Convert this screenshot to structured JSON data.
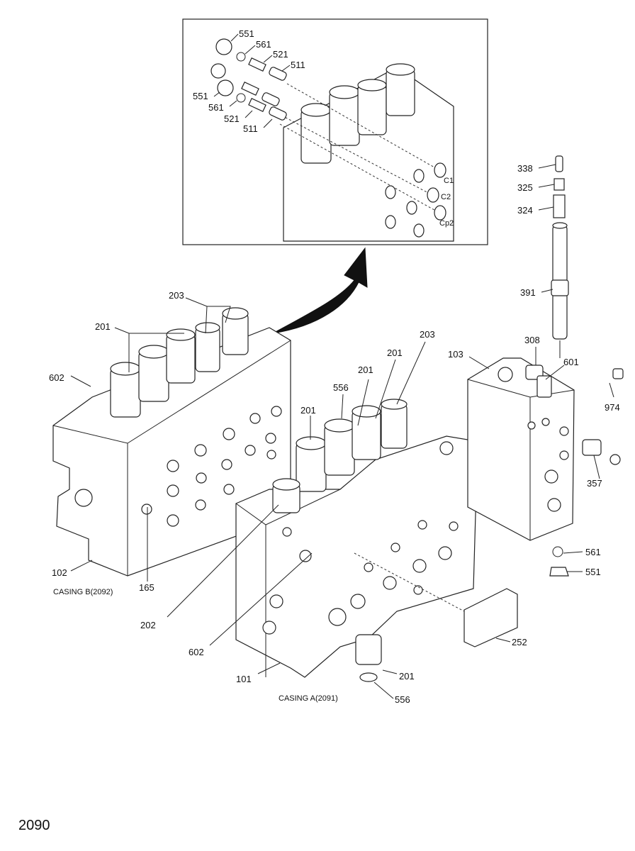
{
  "page_number": "2090",
  "detail_view": {
    "labels": [
      "551",
      "561",
      "521",
      "511",
      "551",
      "561",
      "521",
      "511"
    ],
    "port_labels": [
      "C1",
      "C2",
      "Cp2"
    ]
  },
  "casing_b": {
    "name": "CASING B(2092)",
    "labels": [
      "203",
      "201",
      "602",
      "102",
      "165"
    ]
  },
  "casing_a": {
    "name": "CASING A(2091)",
    "labels": [
      "201",
      "556",
      "201",
      "201",
      "203",
      "202",
      "602",
      "101",
      "201",
      "556",
      "252"
    ]
  },
  "side_block": {
    "labels": [
      "338",
      "325",
      "324",
      "391",
      "308",
      "103",
      "601",
      "974",
      "357",
      "561",
      "551"
    ]
  }
}
